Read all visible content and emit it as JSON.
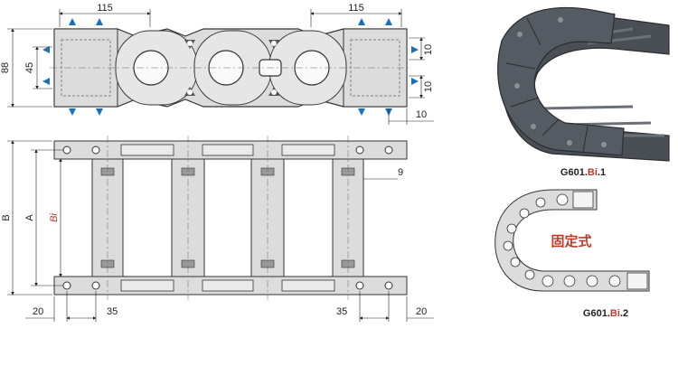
{
  "top_view": {
    "dim_left_width": "115",
    "dim_right_width": "115",
    "dim_height": "88",
    "dim_inner_height": "45",
    "dim_right_10a": "10",
    "dim_right_10b": "10",
    "dim_right_10c": "10"
  },
  "bottom_view": {
    "label_B": "B",
    "label_A": "A",
    "label_Bi": "Bi",
    "dim_9": "9",
    "dim_left_20": "20",
    "dim_left_35": "35",
    "dim_right_35": "35",
    "dim_right_20": "20"
  },
  "variants": {
    "v1_prefix": "G601.",
    "v1_bi": "Bi",
    "v1_suffix": ".1",
    "v2_prefix": "G601.",
    "v2_bi": "Bi",
    "v2_suffix": ".2",
    "fixed_type": "固定式"
  },
  "colors": {
    "part_fill": "#dcdcdc",
    "part_stroke": "#333333",
    "arrow_blue": "#1a6fb8",
    "accent_red": "#c0392b",
    "chain_dark": "#4a4f55"
  }
}
